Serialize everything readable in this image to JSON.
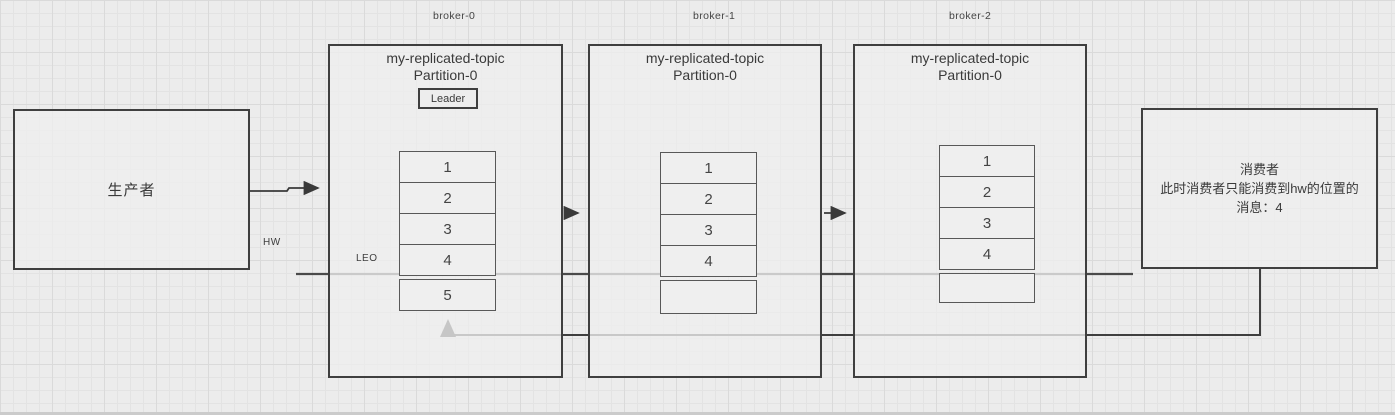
{
  "diagram": {
    "producer": {
      "label": "生产者"
    },
    "brokers": [
      {
        "name": "broker-0",
        "topic": "my-replicated-topic",
        "partition": "Partition-0",
        "role": "Leader",
        "cells": [
          "1",
          "2",
          "3",
          "4",
          "5"
        ]
      },
      {
        "name": "broker-1",
        "topic": "my-replicated-topic",
        "partition": "Partition-0",
        "cells": [
          "1",
          "2",
          "3",
          "4",
          ""
        ]
      },
      {
        "name": "broker-2",
        "topic": "my-replicated-topic",
        "partition": "Partition-0",
        "cells": [
          "1",
          "2",
          "3",
          "4",
          ""
        ]
      }
    ],
    "consumer": {
      "lines": [
        "消费者",
        "此时消费者只能消费到hw的位置的",
        "消息：4"
      ]
    },
    "annotations": {
      "hw": "HW",
      "leo": "LEO"
    },
    "colors": {
      "background": "#ececec",
      "stroke": "#3f3f3f",
      "text": "#3a3a3a"
    }
  }
}
